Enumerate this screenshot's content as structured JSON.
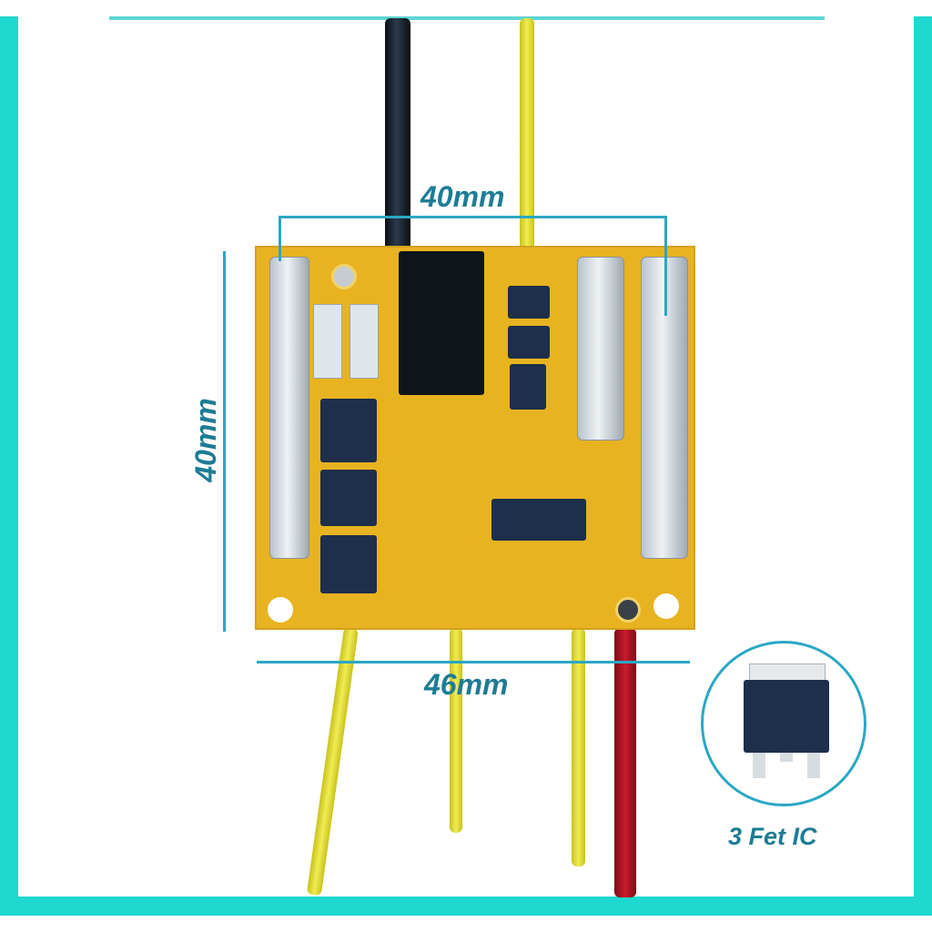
{
  "image": {
    "subject": "Battery protection BMS circuit board with wires and dimension annotations",
    "frame_color": "#1fd8cf",
    "accent_color": "#2aa8c4",
    "label_color": "#1d7c95"
  },
  "dimensions": {
    "width_top": "40mm",
    "height_left": "40mm",
    "width_bottom": "46mm"
  },
  "inset": {
    "label": "3 Fet IC",
    "component": "mosfet-to252"
  },
  "wires": [
    {
      "position": "top",
      "color": "black"
    },
    {
      "position": "top",
      "color": "yellow"
    },
    {
      "position": "bottom",
      "color": "yellow"
    },
    {
      "position": "bottom",
      "color": "yellow"
    },
    {
      "position": "bottom",
      "color": "yellow"
    },
    {
      "position": "bottom",
      "color": "red"
    }
  ]
}
